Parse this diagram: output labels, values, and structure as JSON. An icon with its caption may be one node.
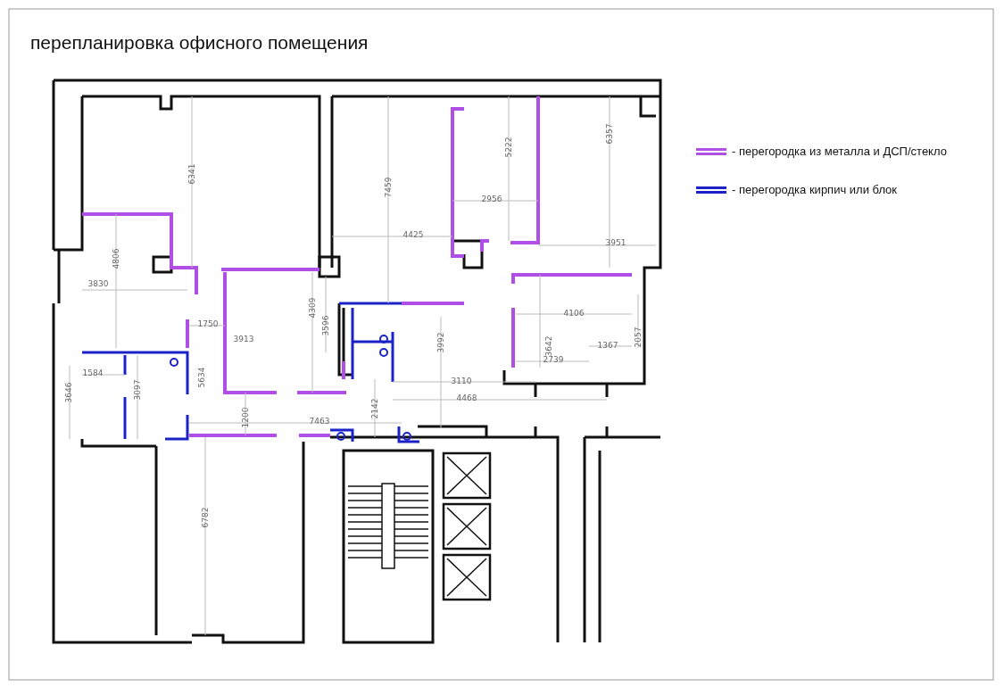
{
  "diagram": {
    "title": "перепланировка офисного помещения",
    "labels": [
      "6357",
      "5222",
      "6341",
      "7459",
      "2956",
      "4425",
      "3951",
      "4806",
      "3830",
      "4309",
      "4106",
      "1750",
      "3596",
      "3913",
      "2057",
      "3642",
      "1367",
      "3992",
      "2739",
      "1584",
      "5634",
      "3110",
      "3097",
      "3646",
      "4468",
      "2142",
      "1200",
      "7463",
      "6782"
    ],
    "legend": [
      {
        "text": "- перегородка из металла и ДСП/стекло"
      },
      {
        "text": "- перегородка кирпич или блок"
      }
    ]
  }
}
